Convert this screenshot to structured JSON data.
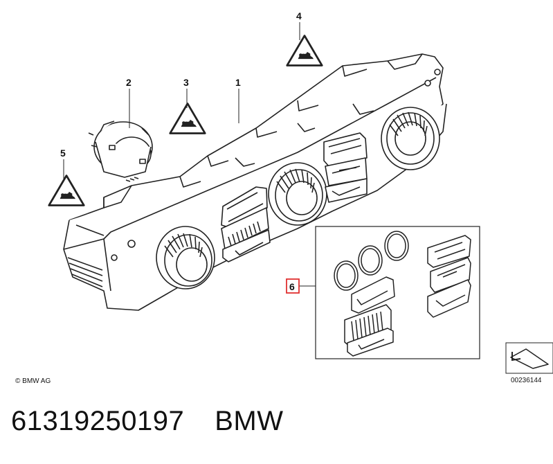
{
  "diagram": {
    "callouts": {
      "c1": "1",
      "c2": "2",
      "c3": "3",
      "c4": "4",
      "c5": "5",
      "c6": "6"
    },
    "copyright": "© BMW AG",
    "diagram_id": "00236144"
  },
  "footer": {
    "part_number": "61319250197",
    "brand": "BMW"
  },
  "colors": {
    "line": "#222222",
    "highlight": "#e03030"
  }
}
